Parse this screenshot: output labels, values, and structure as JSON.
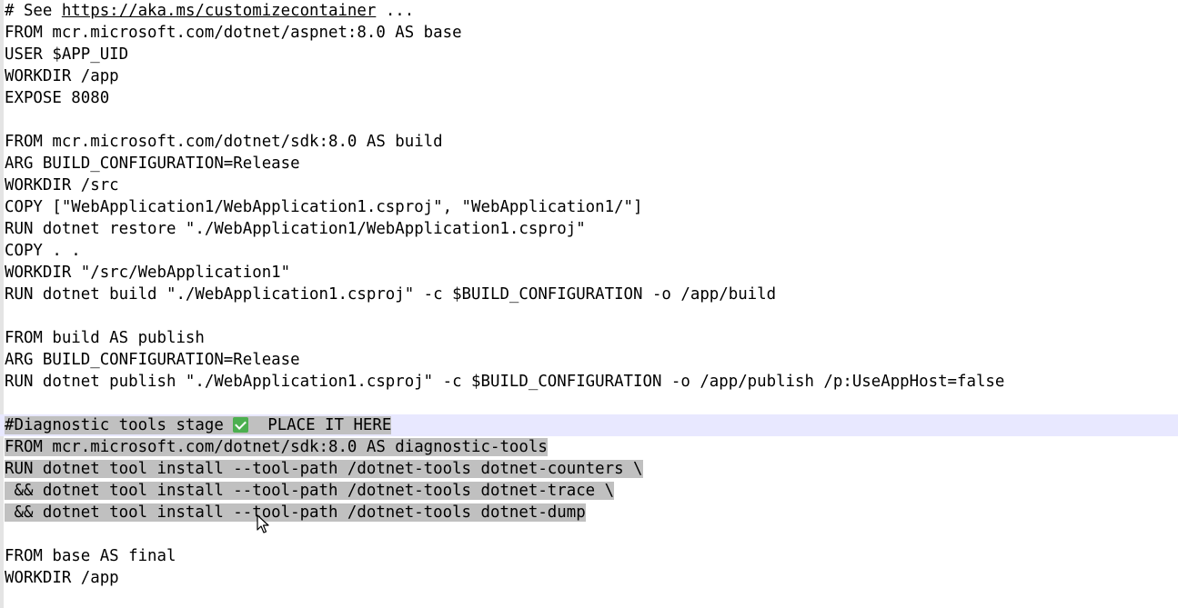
{
  "editor": {
    "lines": [
      {
        "prefix": "# See ",
        "url": "https://aka.ms/customizecontainer",
        "suffix": " ..."
      },
      {
        "text": "FROM mcr.microsoft.com/dotnet/aspnet:8.0 AS base"
      },
      {
        "text": "USER $APP_UID"
      },
      {
        "text": "WORKDIR /app"
      },
      {
        "text": "EXPOSE 8080"
      },
      {
        "text": ""
      },
      {
        "text": "FROM mcr.microsoft.com/dotnet/sdk:8.0 AS build"
      },
      {
        "text": "ARG BUILD_CONFIGURATION=Release"
      },
      {
        "text": "WORKDIR /src"
      },
      {
        "text": "COPY [\"WebApplication1/WebApplication1.csproj\", \"WebApplication1/\"]"
      },
      {
        "text": "RUN dotnet restore \"./WebApplication1/WebApplication1.csproj\""
      },
      {
        "text": "COPY . ."
      },
      {
        "text": "WORKDIR \"/src/WebApplication1\""
      },
      {
        "text": "RUN dotnet build \"./WebApplication1.csproj\" -c $BUILD_CONFIGURATION -o /app/build"
      },
      {
        "text": ""
      },
      {
        "text": "FROM build AS publish"
      },
      {
        "text": "ARG BUILD_CONFIGURATION=Release"
      },
      {
        "text": "RUN dotnet publish \"./WebApplication1.csproj\" -c $BUILD_CONFIGURATION -o /app/publish /p:UseAppHost=false"
      },
      {
        "text": ""
      },
      {
        "prefix": "#Diagnostic tools stage ",
        "icon": "check-mark-icon",
        "suffix": "  PLACE IT HERE",
        "selected": true,
        "current": true
      },
      {
        "text": "FROM mcr.microsoft.com/dotnet/sdk:8.0 AS diagnostic-tools",
        "selected": true
      },
      {
        "text": "RUN dotnet tool install --tool-path /dotnet-tools dotnet-counters \\",
        "selected": true
      },
      {
        "text": " && dotnet tool install --tool-path /dotnet-tools dotnet-trace \\",
        "selected": true
      },
      {
        "text": " && dotnet tool install --tool-path /dotnet-tools dotnet-dump",
        "selected": true
      },
      {
        "text": ""
      },
      {
        "text": "FROM base AS final"
      },
      {
        "text": "WORKDIR /app"
      }
    ]
  },
  "colors": {
    "background": "#ffffff",
    "selection": "#c0c0c0",
    "current_line": "#e8e8ff",
    "check_icon": "#4caf50"
  }
}
